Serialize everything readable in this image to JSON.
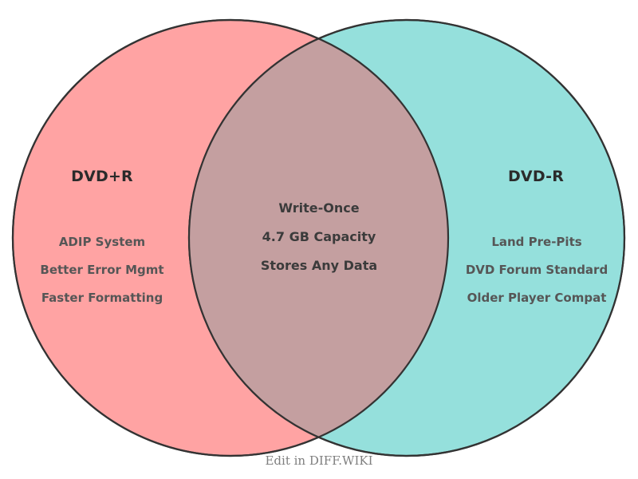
{
  "diagram": {
    "type": "venn",
    "background": "#ffffff",
    "outline_color": "#333333",
    "left_set": {
      "title": "DVD+R",
      "fill": "#ffa3a3",
      "items": [
        "ADIP System",
        "Better Error Mgmt",
        "Faster Formatting"
      ]
    },
    "right_set": {
      "title": "DVD-R",
      "fill": "#95e0dc",
      "items": [
        "Land Pre-Pits",
        "DVD Forum Standard",
        "Older Player Compat"
      ]
    },
    "intersection": {
      "fill": "#c49fa0",
      "items": [
        "Write-Once",
        "4.7 GB Capacity",
        "Stores Any Data"
      ]
    }
  },
  "footer": {
    "label": "Edit in DIFF.WIKI"
  }
}
